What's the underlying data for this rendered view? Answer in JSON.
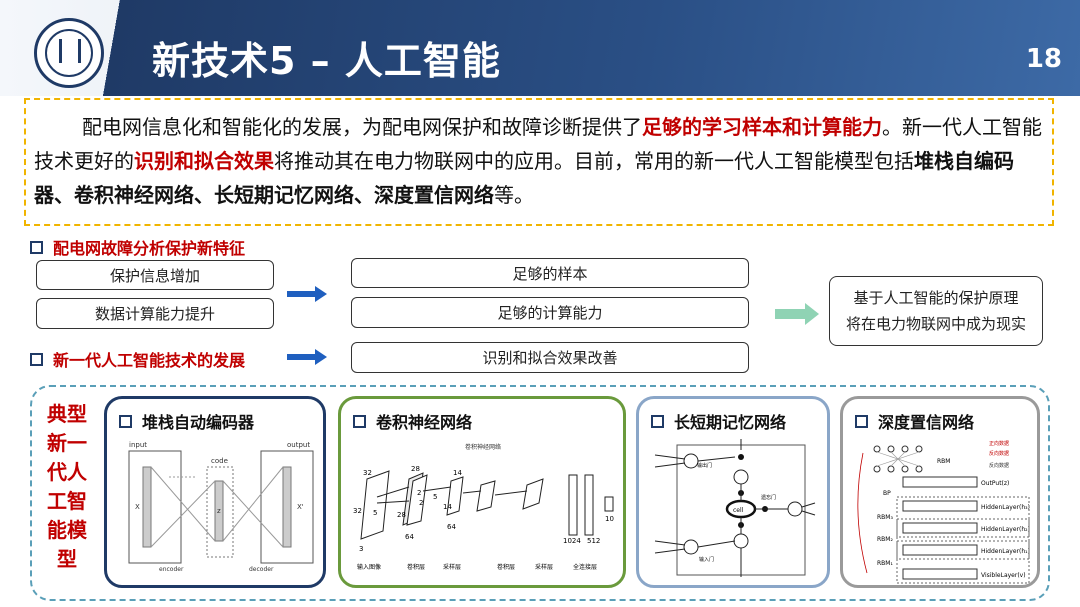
{
  "header": {
    "title": "新技术5 – 人工智能",
    "page_number": "18"
  },
  "intro": {
    "p1": "配电网信息化和智能化的发展，为配电网保护和故障诊断提供了",
    "p1_red": "足够的学习样本和计算能力",
    "p2": "。新一代人工智能技术更好的",
    "p2_red": "识别和拟合效果",
    "p3": "将推动其在电力物联网中的应用。目前，常用的新一代人工智能模型包括",
    "p3_bold": "堆栈自编码器、卷积神经网络、长短期记忆网络、深度置信网络",
    "p4": "等。"
  },
  "features": {
    "section_title": "配电网故障分析保护新特征",
    "left_items": [
      "保护信息增加",
      "数据计算能力提升"
    ],
    "mid_items": [
      "足够的样本",
      "足够的计算能力",
      "识别和拟合效果改善"
    ],
    "development_title": "新一代人工智能技术的发展",
    "result_line1": "基于人工智能的保护原理",
    "result_line2": "将在电力物联网中成为现实"
  },
  "models": {
    "label": "典型新一代人工智能模型",
    "cards": [
      {
        "title": "堆栈自动编码器",
        "border": "#1f3a66"
      },
      {
        "title": "卷积神经网络",
        "border": "#6a9a3c"
      },
      {
        "title": "长短期记忆网络",
        "border": "#8aa6c8"
      },
      {
        "title": "深度置信网络",
        "border": "#9a9a9a"
      }
    ]
  },
  "sae": {
    "input": "input",
    "code": "code",
    "output": "output",
    "x": "X",
    "z": "z",
    "xp": "X'",
    "encoder": "encoder",
    "decoder": "decoder"
  },
  "cnn": {
    "caption": "卷积神经网络",
    "n32a": "32",
    "n32b": "32",
    "n28a": "28",
    "n28b": "28",
    "n14a": "14",
    "n14b": "14",
    "n5a": "5",
    "n5b": "5",
    "n2a": "2",
    "n2b": "2",
    "n3": "3",
    "n64a": "64",
    "n64b": "64",
    "n1024": "1024",
    "n512": "512",
    "n10": "10",
    "l_input": "输入图像",
    "l_conv1": "卷积层",
    "l_pool1": "采样层",
    "l_conv2": "卷积层",
    "l_pool2": "采样层",
    "l_fc": "全连接层"
  },
  "lstm": {
    "input_gate": "输入门",
    "forget_gate": "遗忘门",
    "output_gate": "输出门",
    "cell": "cell"
  },
  "dbn": {
    "rbm": "RBM",
    "bp": "BP",
    "output": "OutPut(z)",
    "hidden3": "HiddenLayer(h₃)",
    "hidden2": "HiddenLayer(h₂)",
    "hidden1": "HiddenLayer(h₁)",
    "visible": "VisibleLayer(v)",
    "rbm3": "RBM₃",
    "rbm2": "RBM₂",
    "rbm1": "RBM₁",
    "leg1": "正向数据",
    "leg2": "反向数据",
    "leg3": "反向数据"
  }
}
